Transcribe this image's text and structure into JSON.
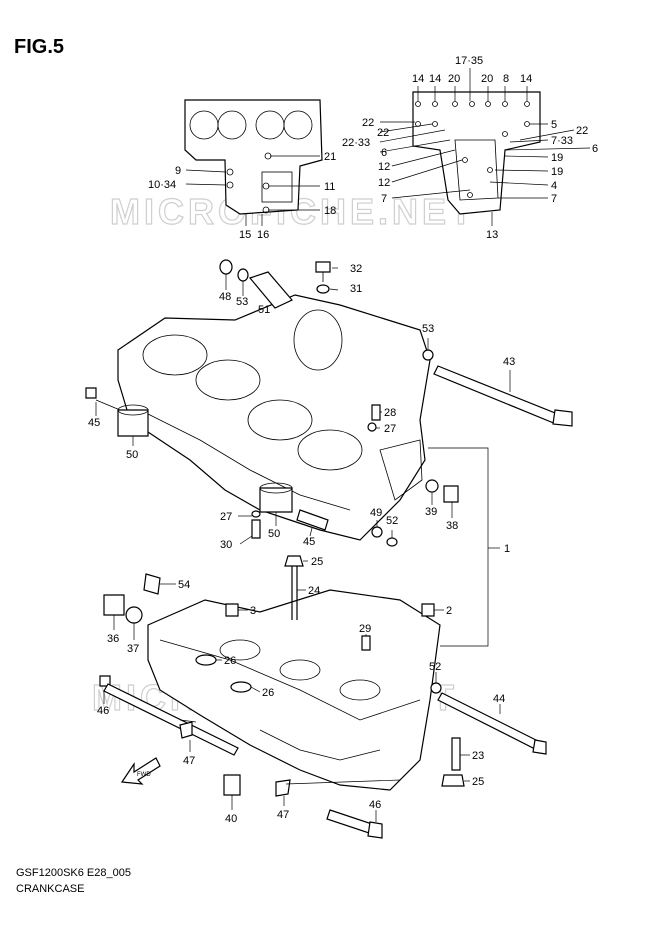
{
  "figure": {
    "title": "FIG.5"
  },
  "footer": {
    "code": "GSF1200SK6 E28_005",
    "caption": "CRANKCASE"
  },
  "watermark": {
    "text": "MICROFICHE.NET",
    "color": "#cfcfcf"
  },
  "fwd_mark": "FWD",
  "callouts_upper": {
    "top_row": [
      "14",
      "14",
      "20",
      "17·35",
      "20",
      "8",
      "14"
    ],
    "left_col": [
      "22",
      "22",
      "22·33",
      "6",
      "12",
      "12",
      "7"
    ],
    "right_col": [
      "5",
      "22",
      "7·33",
      "6",
      "19",
      "19",
      "4",
      "7"
    ],
    "bottom": "13",
    "small_view": [
      "9",
      "10·34",
      "21",
      "11",
      "18",
      "15",
      "16"
    ]
  },
  "callouts_main": [
    "32",
    "31",
    "48",
    "53",
    "51",
    "53",
    "43",
    "45",
    "50",
    "28",
    "27",
    "39",
    "38",
    "27",
    "30",
    "50",
    "45",
    "49",
    "52",
    "1",
    "25",
    "24",
    "54",
    "3",
    "2",
    "36",
    "37",
    "29",
    "26",
    "26",
    "52",
    "46",
    "44",
    "47",
    "23",
    "25",
    "40",
    "47",
    "46"
  ]
}
